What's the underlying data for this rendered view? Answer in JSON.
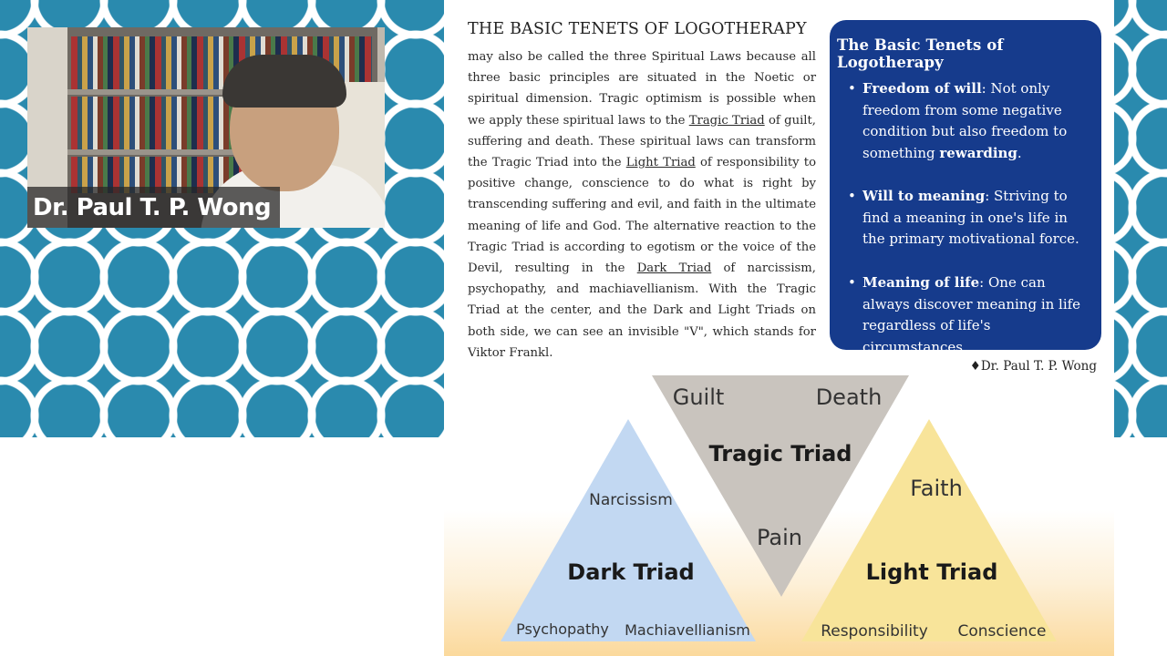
{
  "video": {
    "speaker_name": "Dr. Paul T. P. Wong"
  },
  "slide": {
    "title": "THE BASIC TENETS OF LOGOTHERAPY",
    "body": {
      "p1": "may also be called the three Spiritual Laws because all three basic principles are situated in the Noetic or spiritual dimension. Tragic optimism is possible when we apply these spiritual laws to the ",
      "link1": "Tragic Triad",
      "p2": " of guilt, suffering and death. These spiritual laws can transform the Tragic Triad into the ",
      "link2": "Light Triad",
      "p3": " of responsibility to positive change, conscience to do what is right by transcending suffering and evil, and faith in the ultimate meaning of life and God. The alternative reaction to the Tragic Triad is according to egotism or the voice of the Devil, resulting in the ",
      "link3": "Dark Triad",
      "p4": " of narcissism, psychopathy, and machiavellianism. With the Tragic Triad at the center, and the Dark and Light Triads on both side, we can see an invisible \"V\", which stands for Viktor Frankl."
    },
    "tenets_box": {
      "title": "The Basic Tenets of Logotherapy",
      "items": [
        {
          "term": "Freedom of will",
          "text_before": ": Not only freedom from some negative condition but also freedom to something ",
          "emph": "rewarding",
          "text_after": "."
        },
        {
          "term": "Will to meaning",
          "text_before": ": Striving to find a meaning in one's life in the primary motivational force.",
          "emph": "",
          "text_after": ""
        },
        {
          "term": "Meaning of life",
          "text_before": ": One can always discover meaning in life regardless of life's circumstances.",
          "emph": "",
          "text_after": ""
        }
      ],
      "bullet": "•"
    },
    "signature": "♦Dr. Paul T. P. Wong",
    "triads": {
      "tragic": {
        "title": "Tragic Triad",
        "labels": [
          "Guilt",
          "Death",
          "Pain"
        ],
        "color": "#c9c4be"
      },
      "dark": {
        "title": "Dark Triad",
        "labels": [
          "Narcissism",
          "Psychopathy",
          "Machiavellianism"
        ],
        "color": "#c2d8f2"
      },
      "light": {
        "title": "Light Triad",
        "labels": [
          "Faith",
          "Responsibility",
          "Conscience"
        ],
        "color": "#f8e49a"
      }
    }
  },
  "colors": {
    "pattern": "#2a8aae",
    "tenets_box": "#163b8c"
  }
}
